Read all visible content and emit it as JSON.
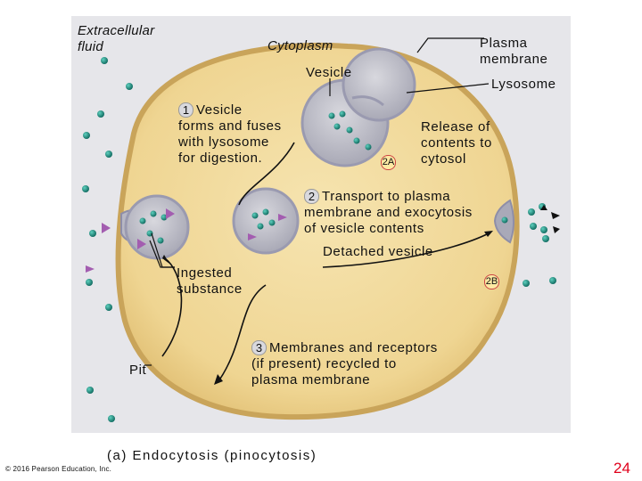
{
  "labels": {
    "extracellular_fluid": "Extracellular\nfluid",
    "cytoplasm": "Cytoplasm",
    "plasma_membrane": "Plasma\nmembrane",
    "vesicle": "Vesicle",
    "lysosome": "Lysosome",
    "step1_num": "1",
    "step1_text": "Vesicle\nforms and fuses\nwith lysosome\nfor digestion.",
    "step2a_num": "2A",
    "step2a_text": "Release of\ncontents to\ncytosol",
    "step2_num": "2",
    "step2_text": "Transport to plasma\nmembrane and exocytosis\nof vesicle contents",
    "detached_vesicle": "Detached vesicle",
    "step2b_num": "2B",
    "ingested_substance": "Ingested\nsubstance",
    "step3_num": "3",
    "step3_text": "Membranes and receptors\n(if present) recycled to\nplasma membrane",
    "pit": "Pit"
  },
  "caption": "(a) Endocytosis (pinocytosis)",
  "copyright": "© 2016 Pearson Education, Inc.",
  "page_number": "24",
  "colors": {
    "cell_fill": "#f1d999",
    "cell_membrane": "#c9a45a",
    "vesicle_fill": "#c8c8d0",
    "molecule_teal": "#1f8f80",
    "ingested_purple": "#a35db0",
    "page_number": "#e0001b"
  }
}
